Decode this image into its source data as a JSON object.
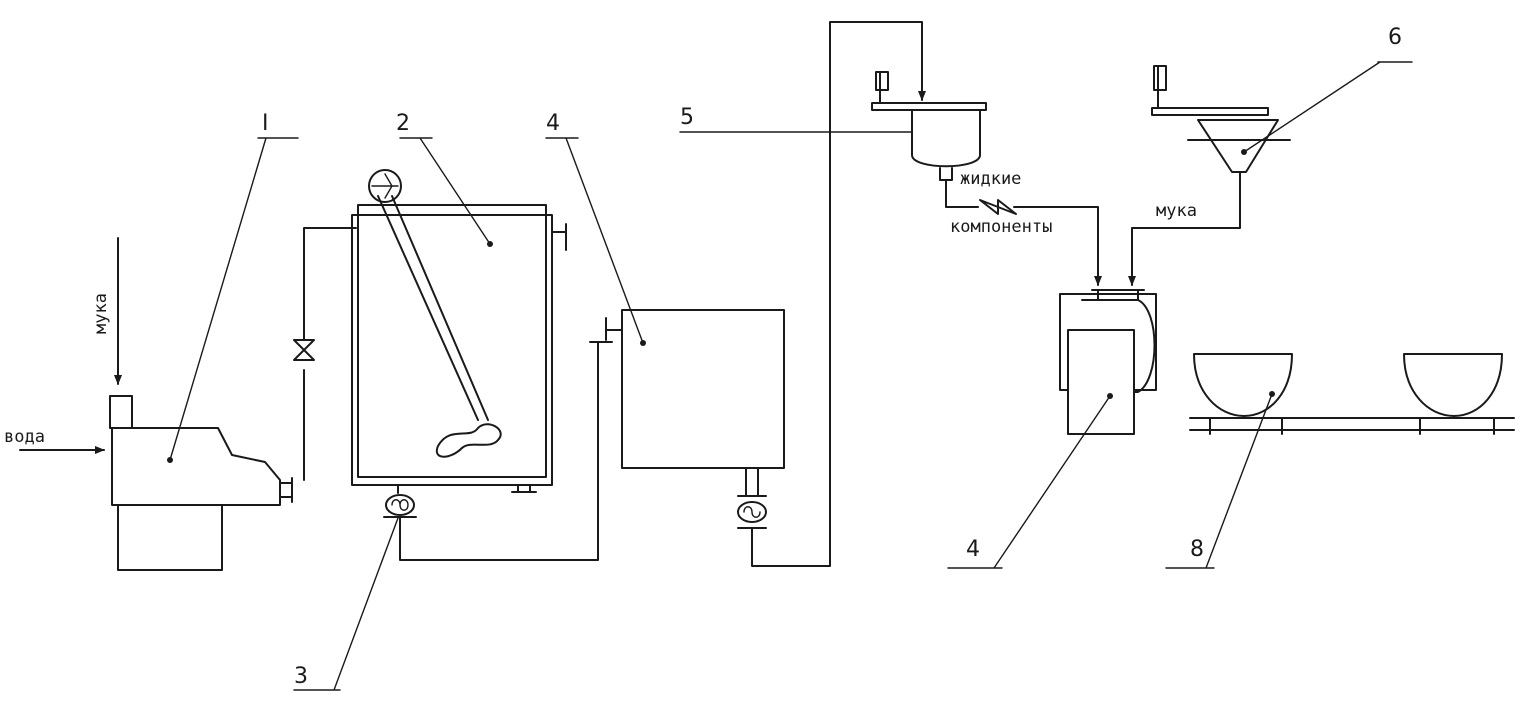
{
  "labels": {
    "num_1": "I",
    "num_2": "2",
    "num_3": "3",
    "num_4_top": "4",
    "num_5": "5",
    "num_6": "6",
    "num_4_bottom": "4",
    "num_8": "8"
  },
  "flows": {
    "muka_left": "мука",
    "voda": "вода",
    "zhidkie": "жидкие",
    "komponenty": "компоненты",
    "muka_right": "мука"
  }
}
